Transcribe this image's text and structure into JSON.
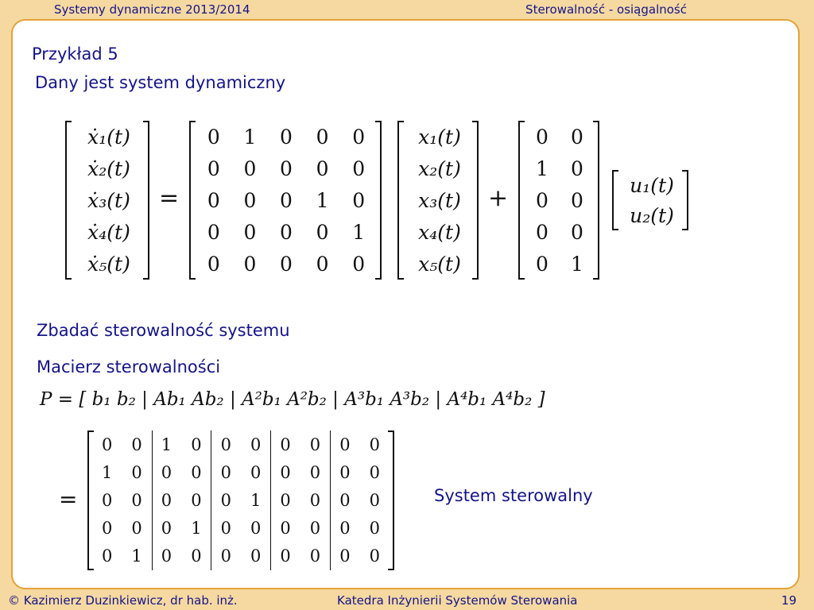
{
  "header": {
    "left": "Systemy dynamiczne 2013/2014",
    "right": "Sterowalność - osiągalność"
  },
  "slide": {
    "example_title": "Przykład 5",
    "intro": "Dany jest system dynamiczny",
    "task": "Zbadać sterowalność systemu",
    "matrix_heading": "Macierz sterowalności",
    "conclusion": "System sterowalny"
  },
  "equation": {
    "xdot": [
      "ẋ₁(t)",
      "ẋ₂(t)",
      "ẋ₃(t)",
      "ẋ₄(t)",
      "ẋ₅(t)"
    ],
    "equals": "=",
    "plus": "+",
    "A": [
      [
        "0",
        "1",
        "0",
        "0",
        "0"
      ],
      [
        "0",
        "0",
        "0",
        "0",
        "0"
      ],
      [
        "0",
        "0",
        "0",
        "1",
        "0"
      ],
      [
        "0",
        "0",
        "0",
        "0",
        "1"
      ],
      [
        "0",
        "0",
        "0",
        "0",
        "0"
      ]
    ],
    "x": [
      "x₁(t)",
      "x₂(t)",
      "x₃(t)",
      "x₄(t)",
      "x₅(t)"
    ],
    "B": [
      [
        "0",
        "0"
      ],
      [
        "1",
        "0"
      ],
      [
        "0",
        "0"
      ],
      [
        "0",
        "0"
      ],
      [
        "0",
        "1"
      ]
    ],
    "u": [
      "u₁(t)",
      "u₂(t)"
    ]
  },
  "controllability": {
    "definition": "P = [ b₁   b₂ | Ab₁   Ab₂ | A²b₁   A²b₂ | A³b₁   A³b₂ | A⁴b₁   A⁴b₂ ]",
    "equals": "=",
    "P": [
      [
        "0",
        "0",
        "1",
        "0",
        "0",
        "0",
        "0",
        "0",
        "0",
        "0"
      ],
      [
        "1",
        "0",
        "0",
        "0",
        "0",
        "0",
        "0",
        "0",
        "0",
        "0"
      ],
      [
        "0",
        "0",
        "0",
        "0",
        "0",
        "1",
        "0",
        "0",
        "0",
        "0"
      ],
      [
        "0",
        "0",
        "0",
        "1",
        "0",
        "0",
        "0",
        "0",
        "0",
        "0"
      ],
      [
        "0",
        "1",
        "0",
        "0",
        "0",
        "0",
        "0",
        "0",
        "0",
        "0"
      ]
    ]
  },
  "footer": {
    "author": "© Kazimierz Duzinkiewicz, dr hab. inż.",
    "department": "Katedra Inżynierii Systemów Sterowania",
    "page": "19"
  }
}
